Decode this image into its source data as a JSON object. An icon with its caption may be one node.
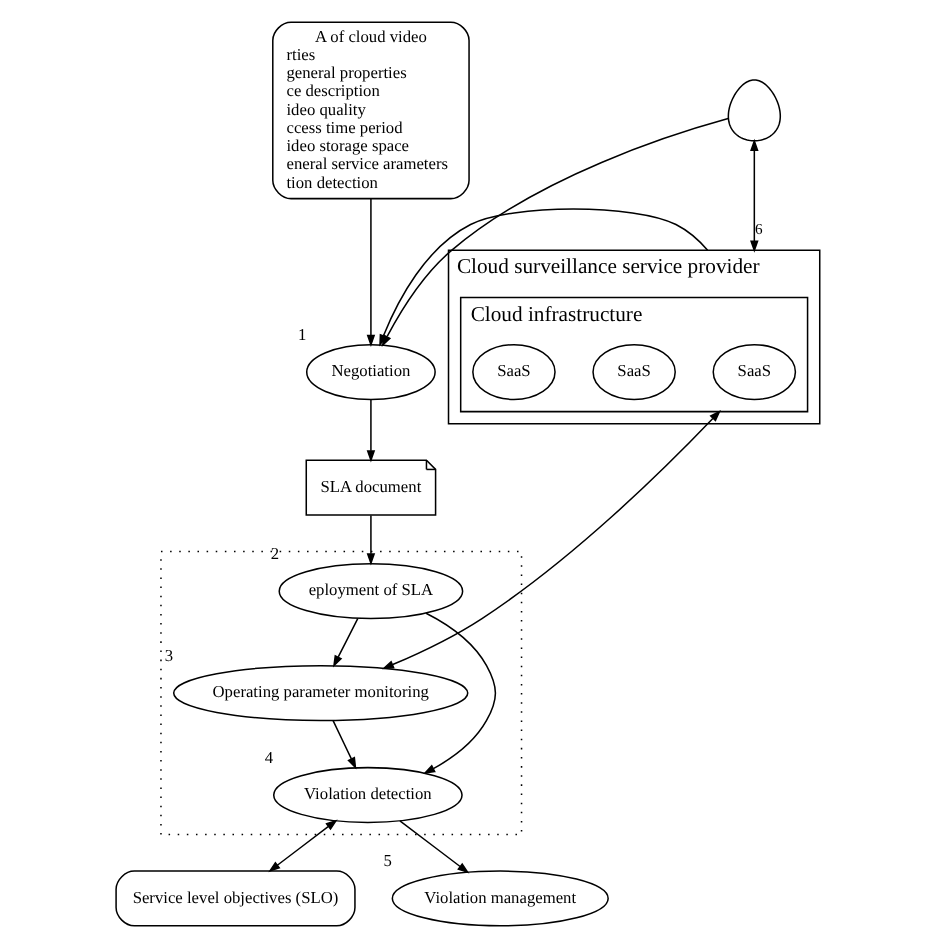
{
  "diagram": {
    "nodes": [
      {
        "text": [
          "A of cloud video",
          "rties",
          "general properties",
          "ce description",
          "ideo quality",
          "ccess time period",
          "ideo storage space",
          "eneral service arameters",
          "tion detection"
        ]
      },
      {
        "text": [
          "Negotiation"
        ],
        "beside": [
          "1"
        ]
      },
      {
        "text": [
          "SLA document"
        ]
      },
      {
        "text": [],
        "shape": "person"
      },
      {
        "text": [
          "Cloud surveillance service provider"
        ]
      },
      {
        "text": [
          "Cloud infrastructure"
        ],
        "in": 4
      },
      {
        "text": [
          "SaaS"
        ],
        "in": 5
      },
      {
        "text": [
          "SaaS"
        ],
        "in": 5
      },
      {
        "text": [
          "SaaS"
        ],
        "in": 5
      },
      {
        "text": [],
        "shape": "box"
      },
      {
        "text": [
          "eployment of SLA"
        ],
        "beside": [
          "2"
        ],
        "in": 9
      },
      {
        "text": [
          "Operating parameter monitoring"
        ],
        "beside": [
          "3"
        ],
        "in": 9
      },
      {
        "text": [
          "Violation detection"
        ],
        "beside": [
          "4"
        ],
        "in": 9
      },
      {
        "text": [
          "Service level objectives (SLO)"
        ]
      },
      {
        "text": [
          "Violation management"
        ],
        "beside": [
          "5"
        ]
      }
    ],
    "edges": [
      {
        "from": 0,
        "to": 1,
        "arrow": "to"
      },
      {
        "from": 3,
        "to": 1,
        "arrow": "to"
      },
      {
        "from": 4,
        "to": 1,
        "arrow": "to"
      },
      {
        "from": 1,
        "to": 2,
        "arrow": "to"
      },
      {
        "from": 2,
        "to": 10,
        "arrow": "to"
      },
      {
        "from": 10,
        "to": 11,
        "arrow": "to"
      },
      {
        "from": 10,
        "to": 12,
        "arrow": "to"
      },
      {
        "from": 11,
        "to": 12,
        "arrow": "to"
      },
      {
        "from": 11,
        "to": 5,
        "arrow": "both"
      },
      {
        "from": 12,
        "to": 13,
        "arrow": "both"
      },
      {
        "from": 12,
        "to": 14,
        "arrow": "to"
      },
      {
        "from": 3,
        "to": 4,
        "arrow": "both",
        "label": "6"
      }
    ]
  }
}
